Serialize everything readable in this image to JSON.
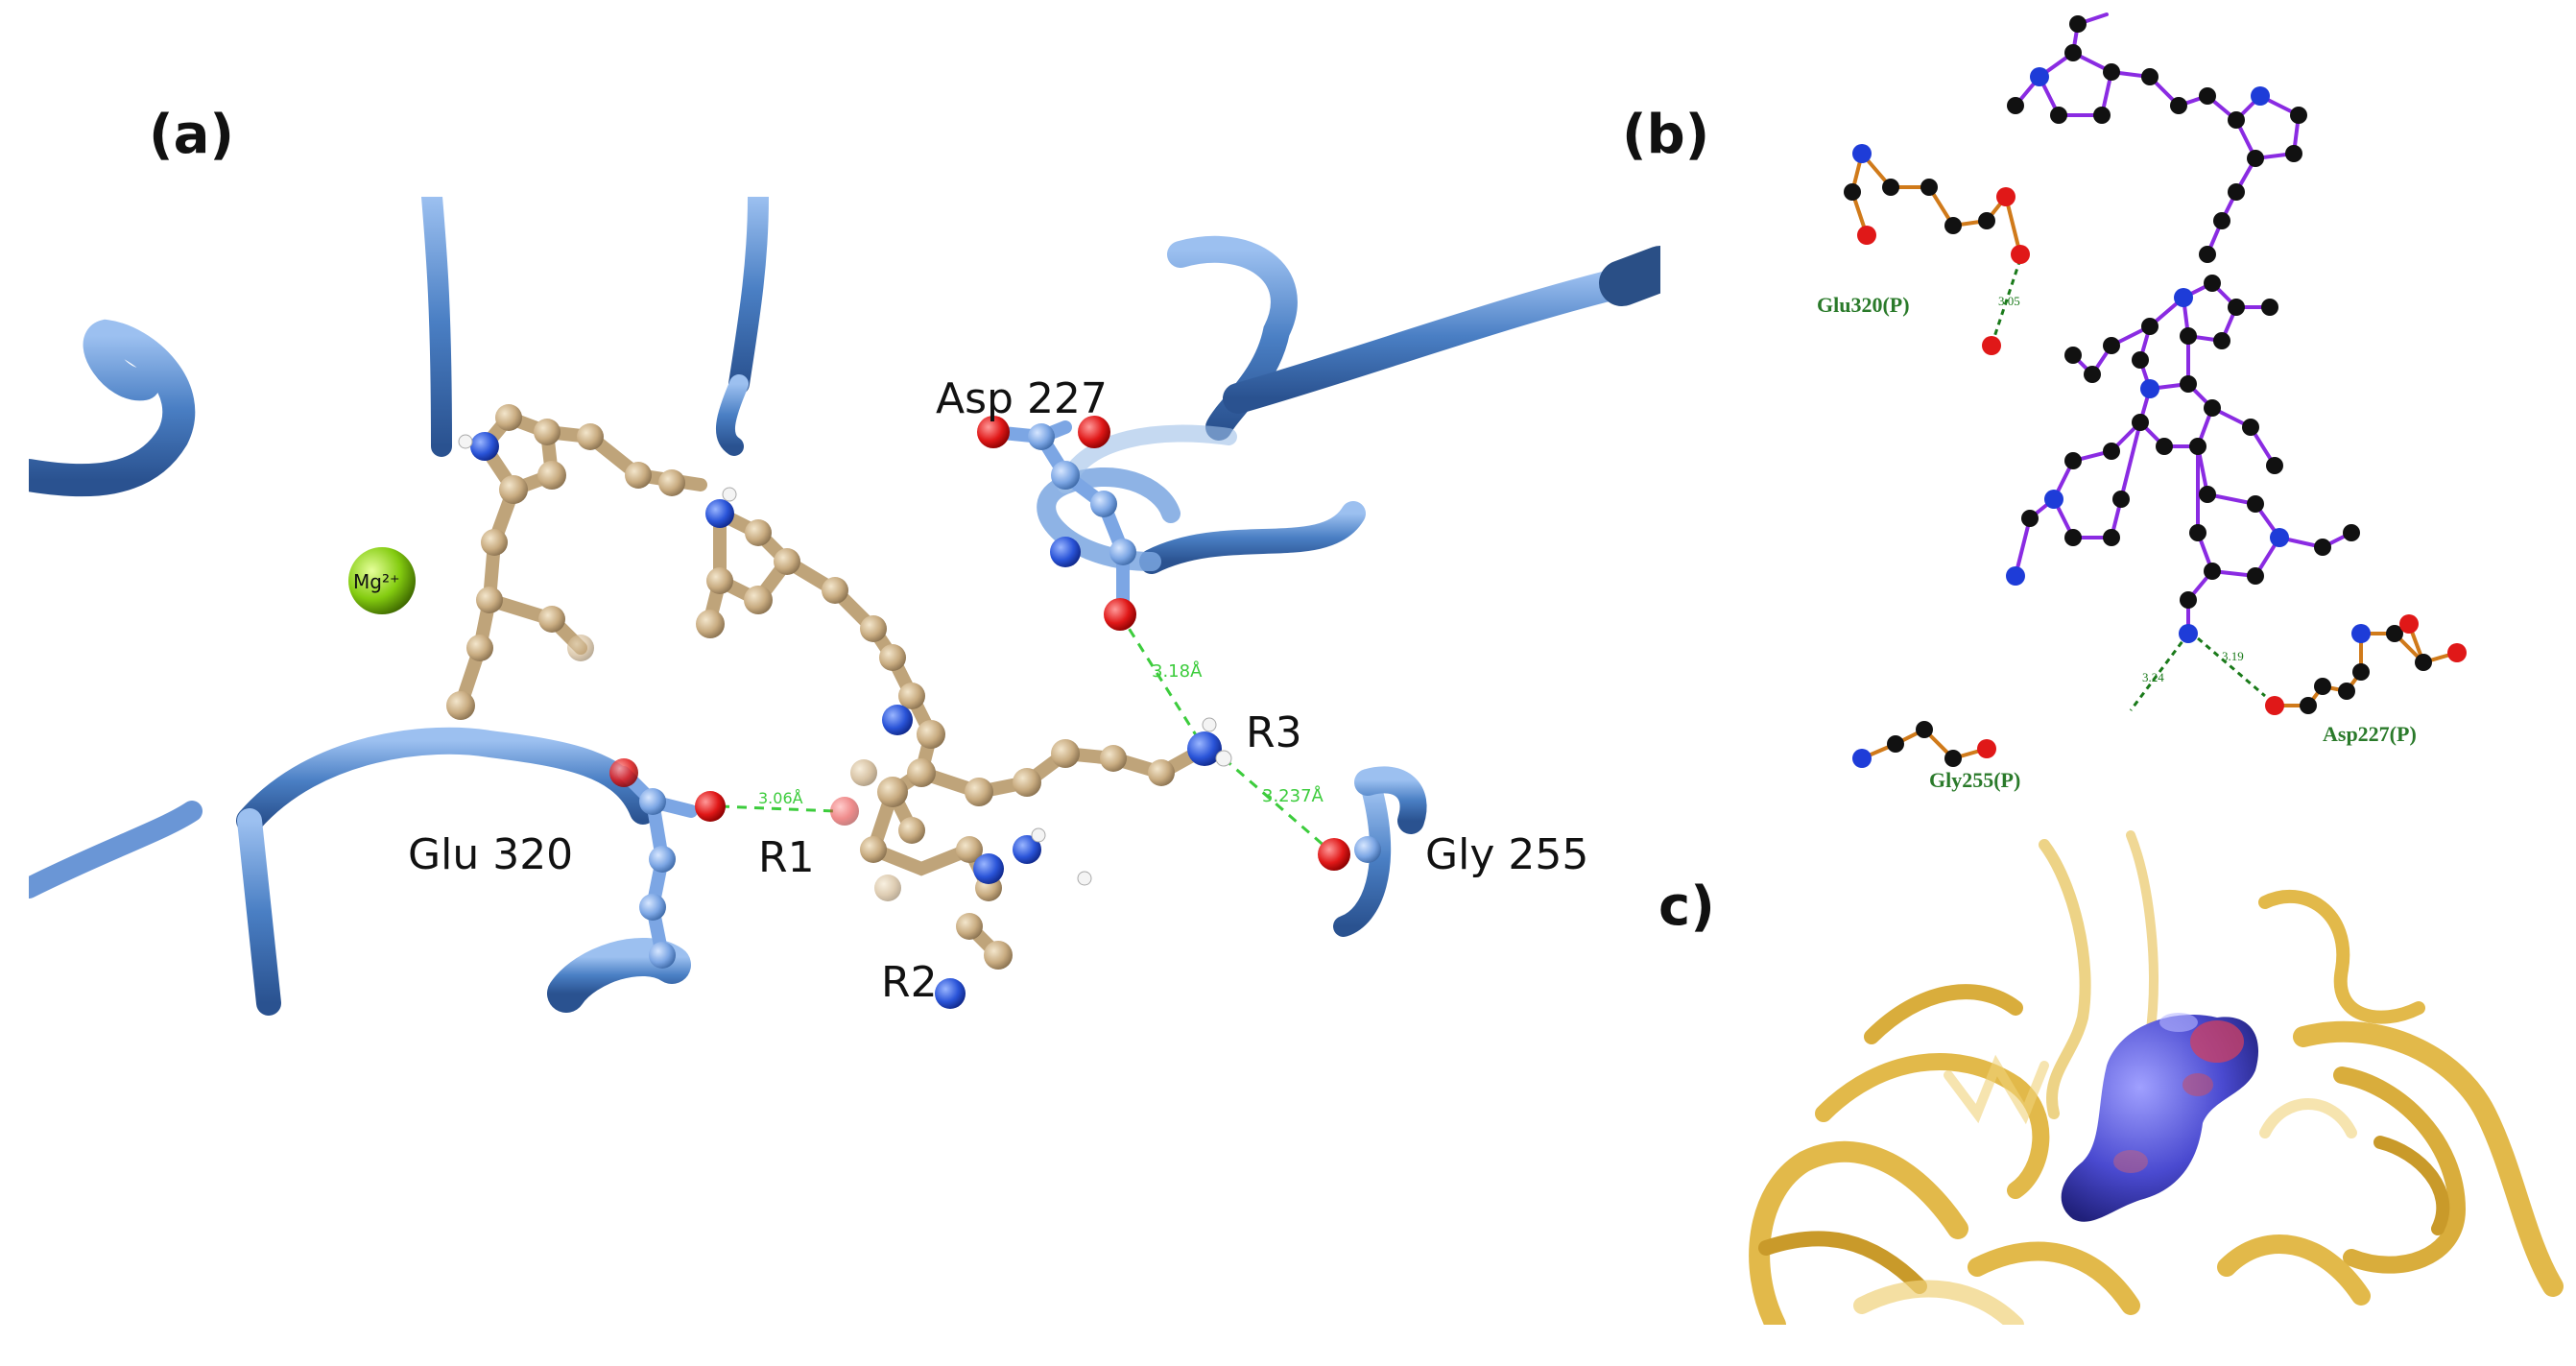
{
  "panels": {
    "a": {
      "letter": "(a)"
    },
    "b": {
      "letter": "(b)"
    },
    "c": {
      "letter": "c)"
    }
  },
  "panel_a_labels": {
    "asp227": "Asp 227",
    "glu320": "Glu 320",
    "gly255": "Gly 255",
    "r1": "R1",
    "r2": "R2",
    "r3": "R3",
    "mg": "Mg²⁺",
    "dist_asp": "3.18Å",
    "dist_gly": "3.237Å",
    "dist_glu": "3.06Å"
  },
  "panel_b_labels": {
    "glu320": "Glu320(P)",
    "gly255": "Gly255(P)",
    "asp227": "Asp227(P)",
    "dist1": "3.05",
    "dist2": "3.24",
    "dist3": "3.19"
  },
  "colors": {
    "ribbon_blue": "#4a7fc4",
    "ligand_tan": "#c8b08a",
    "oxygen_red": "#e02020",
    "nitrogen_blue": "#2050d0",
    "magnesium_green": "#7ec21a",
    "hbond_green": "#3ccc3c",
    "bond_purple": "#8a2be2",
    "bond_orange": "#d07a1a",
    "carbon_black": "#111111",
    "protein_gold": "#e2b94a",
    "surface_blue": "#5858d8"
  }
}
